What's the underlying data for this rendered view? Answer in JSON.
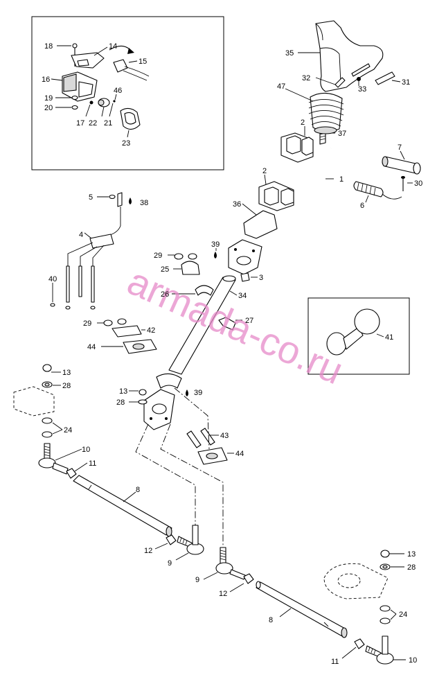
{
  "watermark": "armada-co.ru",
  "callouts": {
    "c1": "1",
    "c2a": "2",
    "c2b": "2",
    "c3": "3",
    "c4": "4",
    "c5": "5",
    "c6": "6",
    "c7": "7",
    "c8a": "8",
    "c8b": "8",
    "c9a": "9",
    "c9b": "9",
    "c10a": "10",
    "c10b": "10",
    "c11a": "11",
    "c11b": "11",
    "c12a": "12",
    "c12b": "12",
    "c13a": "13",
    "c13b": "13",
    "c13c": "13",
    "c14": "14",
    "c15": "15",
    "c16": "16",
    "c17": "17",
    "c18": "18",
    "c19": "19",
    "c20": "20",
    "c21": "21",
    "c22": "22",
    "c23": "23",
    "c24a": "24",
    "c24b": "24",
    "c25": "25",
    "c26": "26",
    "c27": "27",
    "c28a": "28",
    "c28b": "28",
    "c28c": "28",
    "c29a": "29",
    "c29b": "29",
    "c30": "30",
    "c31": "31",
    "c32": "32",
    "c33": "33",
    "c34": "34",
    "c35": "35",
    "c36": "36",
    "c37": "37",
    "c38": "38",
    "c39a": "39",
    "c39b": "39",
    "c40": "40",
    "c41": "41",
    "c42": "42",
    "c43": "43",
    "c44a": "44",
    "c44b": "44",
    "c46": "46",
    "c47": "47"
  }
}
